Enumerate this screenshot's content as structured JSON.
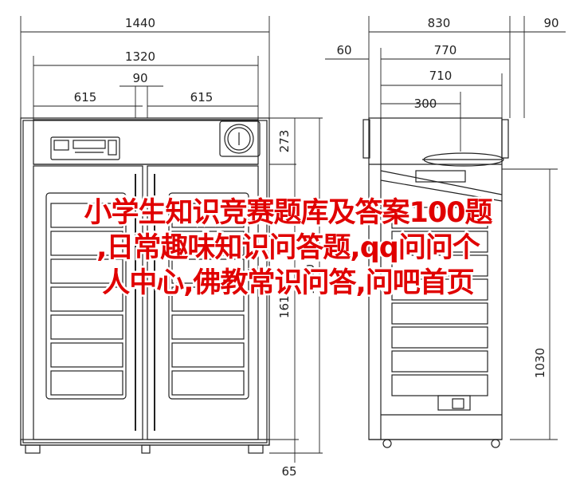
{
  "dimensions": {
    "width_overall": "1440",
    "width_inner": "1320",
    "gap_center": "90",
    "door_left": "615",
    "door_right": "615",
    "top_section": "273",
    "height_total": "1612",
    "height_middle": "1330",
    "leg": "65",
    "side_depth_overall": "830",
    "side_gap": "90",
    "side_offset": "60",
    "side_depth": "770",
    "side_depth_inner": "710",
    "side_fan": "300",
    "side_height": "1030"
  },
  "overlay": {
    "line1": "小学生知识竞赛题库及答案100题",
    "line2": ",日常趣味知识问答题,qq问问个",
    "line3": "人中心,佛教常识问答,问吧首页"
  },
  "colors": {
    "line": "#222222",
    "overlay_text": "#e00000"
  }
}
